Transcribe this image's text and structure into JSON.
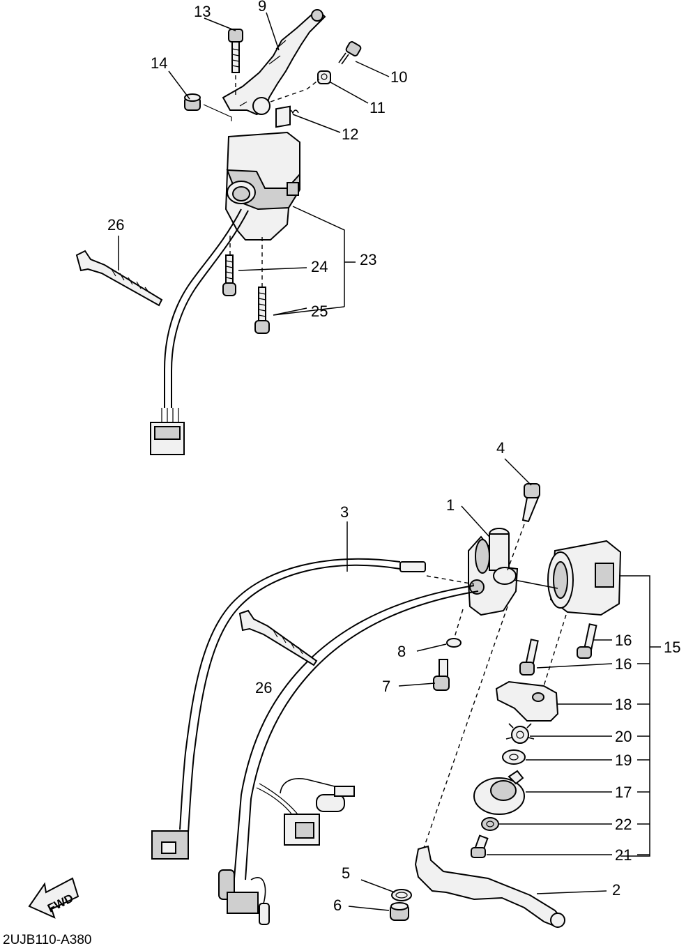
{
  "diagram_code": "2UJB110-A380",
  "fwd_label": "FWD",
  "callouts": {
    "c1": "1",
    "c2": "2",
    "c3": "3",
    "c4": "4",
    "c5": "5",
    "c6": "6",
    "c7": "7",
    "c8": "8",
    "c9": "9",
    "c10": "10",
    "c11": "11",
    "c12": "12",
    "c13": "13",
    "c14": "14",
    "c15": "15",
    "c16a": "16",
    "c16b": "16",
    "c17": "17",
    "c18": "18",
    "c19": "19",
    "c20": "20",
    "c21": "21",
    "c22": "22",
    "c23": "23",
    "c24": "24",
    "c25": "25",
    "c26a": "26",
    "c26b": "26"
  }
}
